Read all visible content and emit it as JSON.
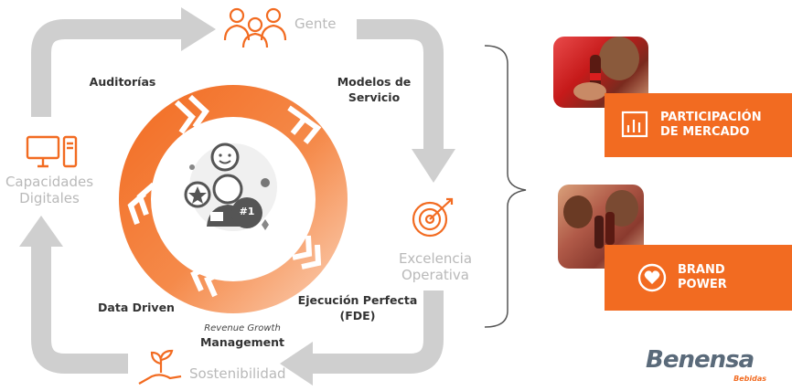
{
  "diagram": {
    "nodes": {
      "gente": "Gente",
      "capacidades_digitales": [
        "Capacidades",
        "Digitales"
      ],
      "excelencia_operativa": [
        "Excelencia",
        "Operativa"
      ],
      "sostenibilidad": "Sostenibilidad"
    },
    "inner_labels": {
      "auditorias": "Auditorías",
      "modelos_de_servicio": [
        "Modelos de",
        "Servicio"
      ],
      "data_driven": "Data Driven",
      "ejecucion_perfecta": [
        "Ejecución Perfecta",
        "(FDE)"
      ],
      "revenue_growth": "Revenue Growth",
      "management": "Management"
    },
    "center_badge": "#1"
  },
  "outcomes": {
    "participacion": [
      "PARTICIPACIÓN",
      "DE MERCADO"
    ],
    "brand_power": [
      "BRAND",
      "POWER"
    ]
  },
  "brand": {
    "logo": "Benensa",
    "sublogo": "Bebidas"
  },
  "colors": {
    "accent": "#f26b21",
    "arrow_gray": "#cfcfcf",
    "label_gray": "#b9b9b9"
  }
}
